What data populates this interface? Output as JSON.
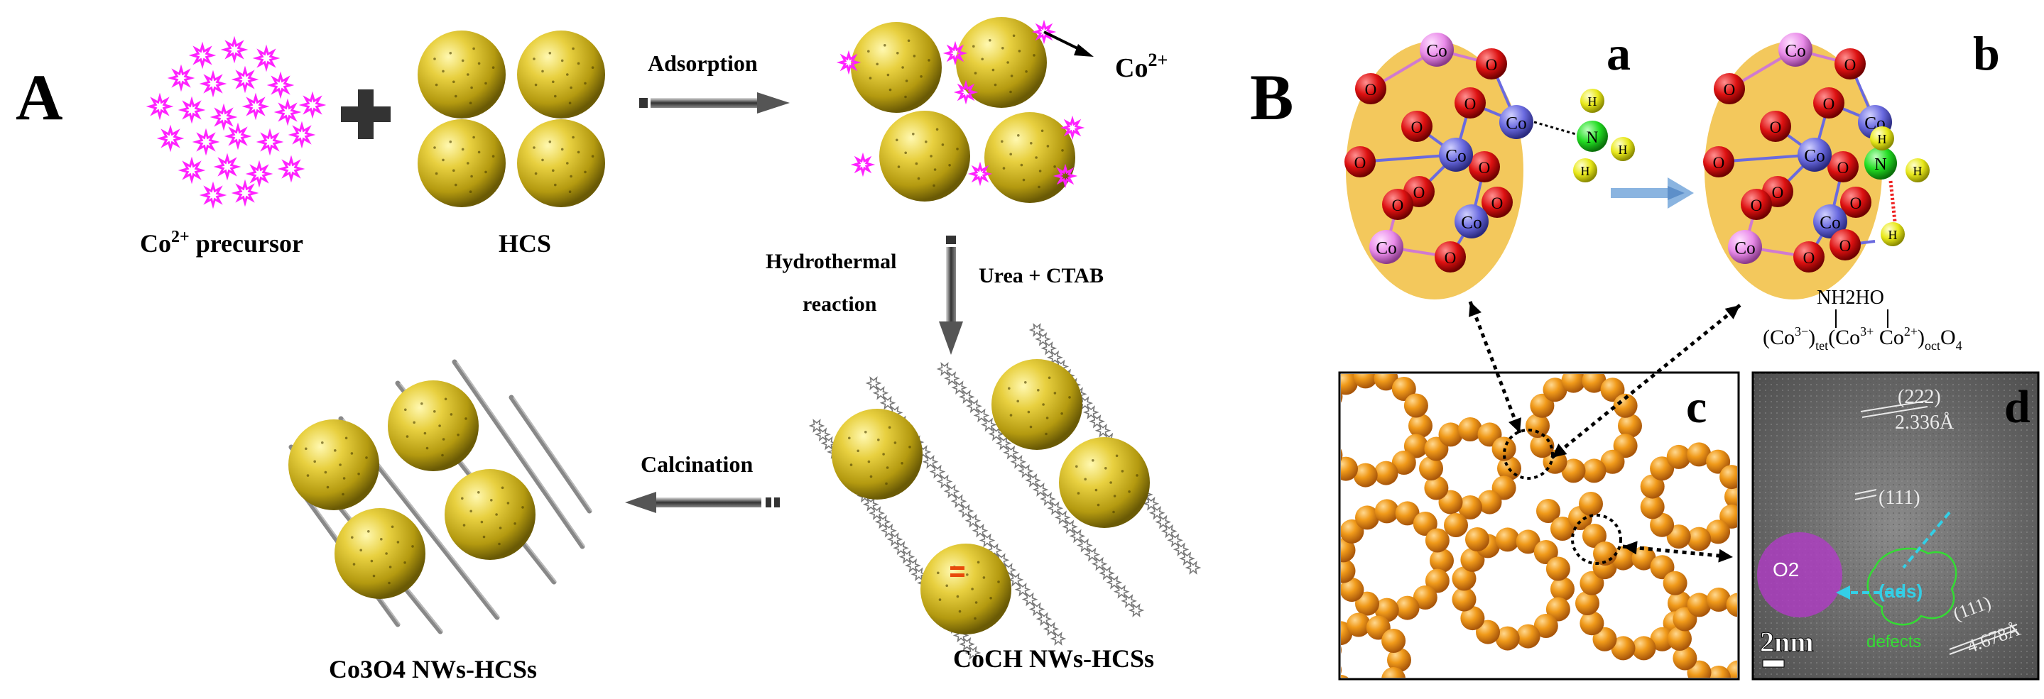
{
  "panel_A": {
    "label": "A",
    "precursor_label_main": "Co",
    "precursor_label_sup": "2+",
    "precursor_label_rest": " precursor",
    "hcs_label": "HCS",
    "adsorption_label": "Adsorption",
    "co_ion_main": "Co",
    "co_ion_sup": "2+",
    "hydrothermal_label_1": "Hydrothermal",
    "hydrothermal_label_2": "reaction",
    "urea_label": "Urea + CTAB",
    "calcination_label": "Calcination",
    "coch_label": "CoCH NWs-HCSs",
    "co3o4_label": "Co3O4 NWs-HCSs"
  },
  "panel_B": {
    "label": "B",
    "sub_a": "a",
    "sub_b": "b",
    "sub_c": "c",
    "sub_d": "d",
    "co_atom": "Co",
    "o_atom": "O",
    "n_atom": "N",
    "h_atom": "H",
    "nh2ho_label": "NH2HO",
    "formula_label": "(Co3−)tet(Co3+ Co2+)octO4",
    "lattice_222": "(222)",
    "spacing_222": "2.336Å",
    "lattice_111": "(111)",
    "lattice_111b": "(111)",
    "spacing_111": "4.678Å",
    "o2_label": "O2",
    "ads_label": "(ads)",
    "defects_label": "defects",
    "scale_label": "2nm"
  },
  "colors": {
    "hcs_sphere": "#c9b21c",
    "precursor_star": "#ff22ff",
    "co_atom": "#6a6adf",
    "co_pink_atom": "#e98be9",
    "o_atom": "#dd1111",
    "n_atom": "#22dd22",
    "h_atom": "#e8e81a",
    "ellipse_fill": "#f2c24a",
    "orange_sphere": "#ef9418",
    "arrow_blue": "#8ab4e0",
    "tem_bg": "#6a6a6a",
    "o2_circle": "#b23ac8",
    "ads_arrow": "#33cfe6",
    "defects": "#33dd33"
  }
}
